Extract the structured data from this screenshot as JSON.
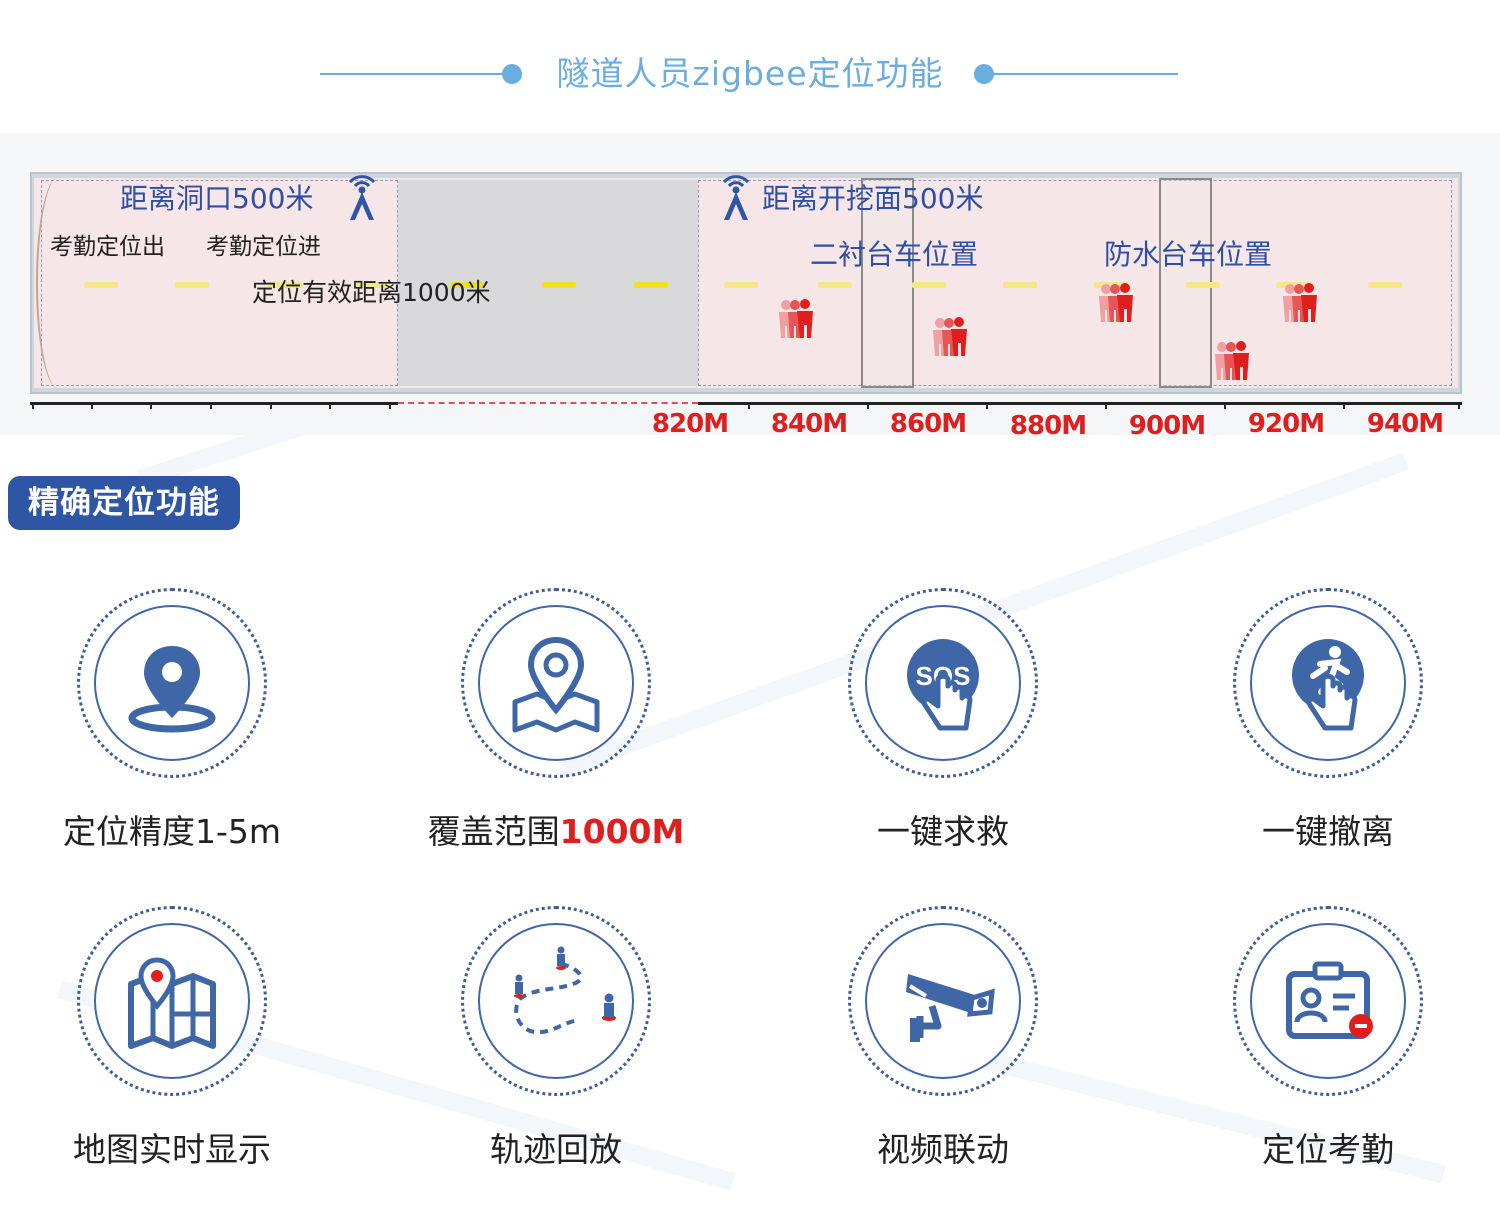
{
  "header": {
    "title": "隧道人员zigbee定位功能"
  },
  "tunnel": {
    "label_entrance_distance": "距离洞口500米",
    "label_face_distance": "距离开挖面500米",
    "label_attendance_out": "考勤定位出",
    "label_attendance_in": "考勤定位进",
    "label_effective_range": "定位有效距离1000米",
    "label_lining_trolley": "二衬台车位置",
    "label_waterproof_trolley": "防水台车位置",
    "scale": [
      "820M",
      "840M",
      "860M",
      "880M",
      "900M",
      "920M",
      "940M"
    ]
  },
  "section": {
    "badge": "精确定位功能"
  },
  "features": [
    {
      "icon": "location-pin-icon",
      "label": "定位精度1-5m",
      "label_highlight": ""
    },
    {
      "icon": "map-pin-icon",
      "label": "覆盖范围",
      "label_highlight": "1000M"
    },
    {
      "icon": "sos-button-icon",
      "label": "一键求救",
      "label_highlight": ""
    },
    {
      "icon": "evacuate-button-icon",
      "label": "一键撤离",
      "label_highlight": ""
    },
    {
      "icon": "map-realtime-icon",
      "label": "地图实时显示",
      "label_highlight": ""
    },
    {
      "icon": "track-playback-icon",
      "label": "轨迹回放",
      "label_highlight": ""
    },
    {
      "icon": "camera-icon",
      "label": "视频联动",
      "label_highlight": ""
    },
    {
      "icon": "attendance-card-icon",
      "label": "定位考勤",
      "label_highlight": ""
    }
  ],
  "colors": {
    "title_blue": "#6aaee0",
    "icon_blue": "#3f67a7",
    "badge_blue": "#2f55a5",
    "highlight_red": "#e01e1e",
    "tunnel_label_blue": "#2f4fa5"
  }
}
